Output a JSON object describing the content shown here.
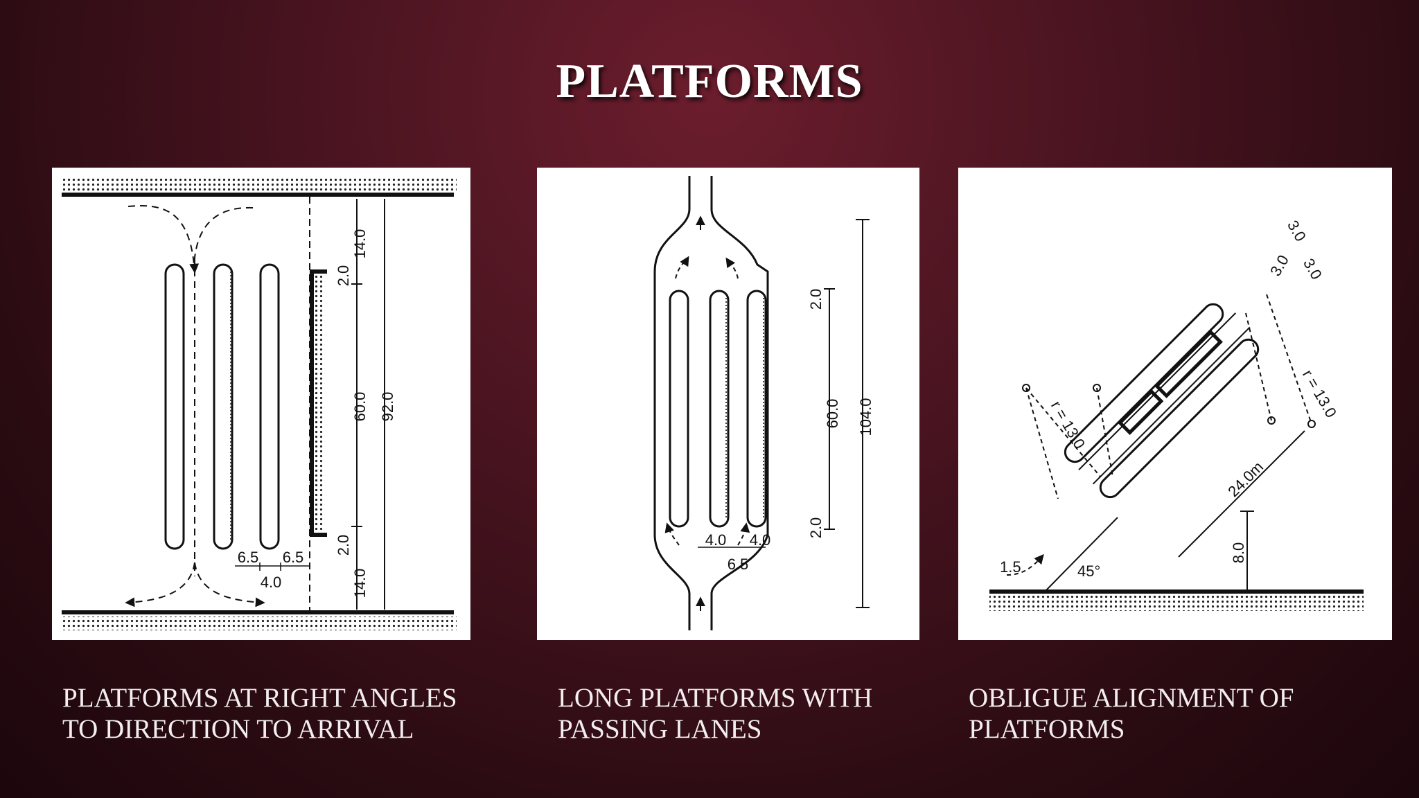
{
  "slide": {
    "title": "PLATFORMS",
    "colors": {
      "background": "#4a1420",
      "title": "#ffffff",
      "caption": "#f3eef0"
    }
  },
  "diagrams": [
    {
      "caption_lines": [
        "PLATFORMS AT RIGHT ANGLES",
        "TO DIRECTION TO ARRIVAL"
      ],
      "labels": {
        "top": "14.0",
        "gap_top": "2.0",
        "length": "60.0",
        "gap_bottom": "2.0",
        "bottom": "14.0",
        "total": "92.0",
        "lane_left": "6.5",
        "lane_right": "6.5",
        "width": "4.0"
      }
    },
    {
      "caption_lines": [
        "LONG PLATFORMS WITH",
        "PASSING LANES"
      ],
      "labels": {
        "gap_top": "2.0",
        "length": "60.0",
        "gap_bottom": "2.0",
        "total": "104.0",
        "width_left": "4.0",
        "width_right": "4.0",
        "lane": "6.5"
      }
    },
    {
      "caption_lines": [
        "OBLIGUE ALIGNMENT OF",
        "PLATFORMS"
      ],
      "labels": {
        "t1": "3.0",
        "t2": "3.0",
        "t3": "3.0",
        "radius_left": "r = 13.0",
        "radius_right": "r = 13.0",
        "length": "24.0m",
        "offset": "1.5",
        "angle": "45°",
        "setback": "8.0"
      }
    }
  ]
}
